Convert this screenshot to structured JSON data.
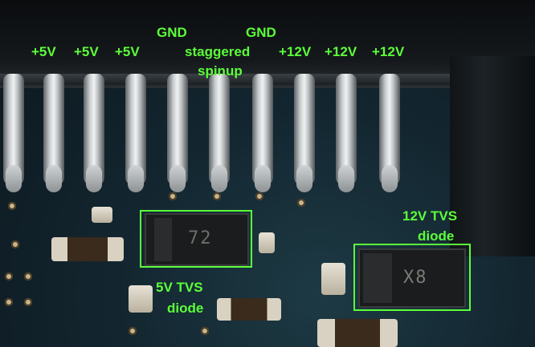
{
  "pin_labels": {
    "p5v_1": "+5V",
    "p5v_2": "+5V",
    "p5v_3": "+5V",
    "gnd_1": "GND",
    "staggered_1": "staggered",
    "staggered_2": "spinup",
    "gnd_2": "GND",
    "p12v_1": "+12V",
    "p12v_2": "+12V",
    "p12v_3": "+12V"
  },
  "components": {
    "tvs5_marking": "72",
    "tvs5_label_1": "5V TVS",
    "tvs5_label_2": "diode",
    "tvs12_marking": "X8",
    "tvs12_label_1": "12V TVS",
    "tvs12_label_2": "diode"
  },
  "colors": {
    "annotation": "#5cff3a",
    "board": "#132630"
  }
}
